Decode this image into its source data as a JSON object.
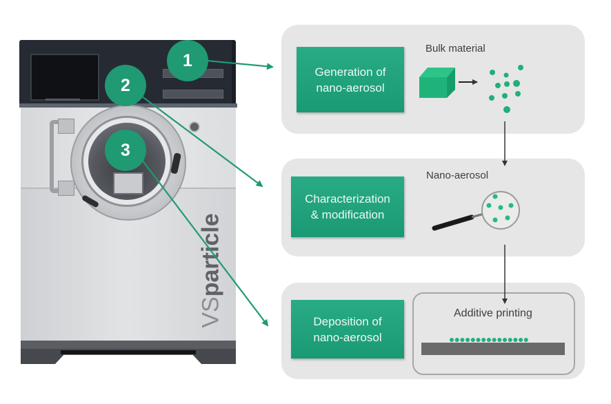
{
  "diagram": {
    "title": "",
    "colors": {
      "accent_green": "#1f9a73",
      "stage_box": "#23a37e",
      "particle_green": "#20b07a",
      "panel_bg": "#e6e6e6",
      "arrow_dark": "#333333"
    },
    "machine": {
      "brand_prefix": "VS",
      "brand_name": "particle",
      "callouts": [
        {
          "id": 1,
          "label": "1",
          "target_stage": 1
        },
        {
          "id": 2,
          "label": "2",
          "target_stage": 2
        },
        {
          "id": 3,
          "label": "3",
          "target_stage": 3
        }
      ]
    },
    "stages": [
      {
        "step": 1,
        "title_line1": "Generation of",
        "title_line2": "nano-aerosol",
        "illustration_label": "Bulk material",
        "illustration": "cube-to-particles"
      },
      {
        "step": 2,
        "title_line1": "Characterization",
        "title_line2": "& modification",
        "illustration_label": "Nano-aerosol",
        "illustration": "magnifying-glass-over-particles"
      },
      {
        "step": 3,
        "title_line1": "Deposition of",
        "title_line2": "nano-aerosol",
        "illustration_label": "Additive printing",
        "illustration": "particles-on-substrate"
      }
    ],
    "flow": [
      {
        "from": "Bulk material",
        "to": "Nano-aerosol"
      },
      {
        "from": "Nano-aerosol",
        "to": "Additive printing"
      }
    ]
  }
}
